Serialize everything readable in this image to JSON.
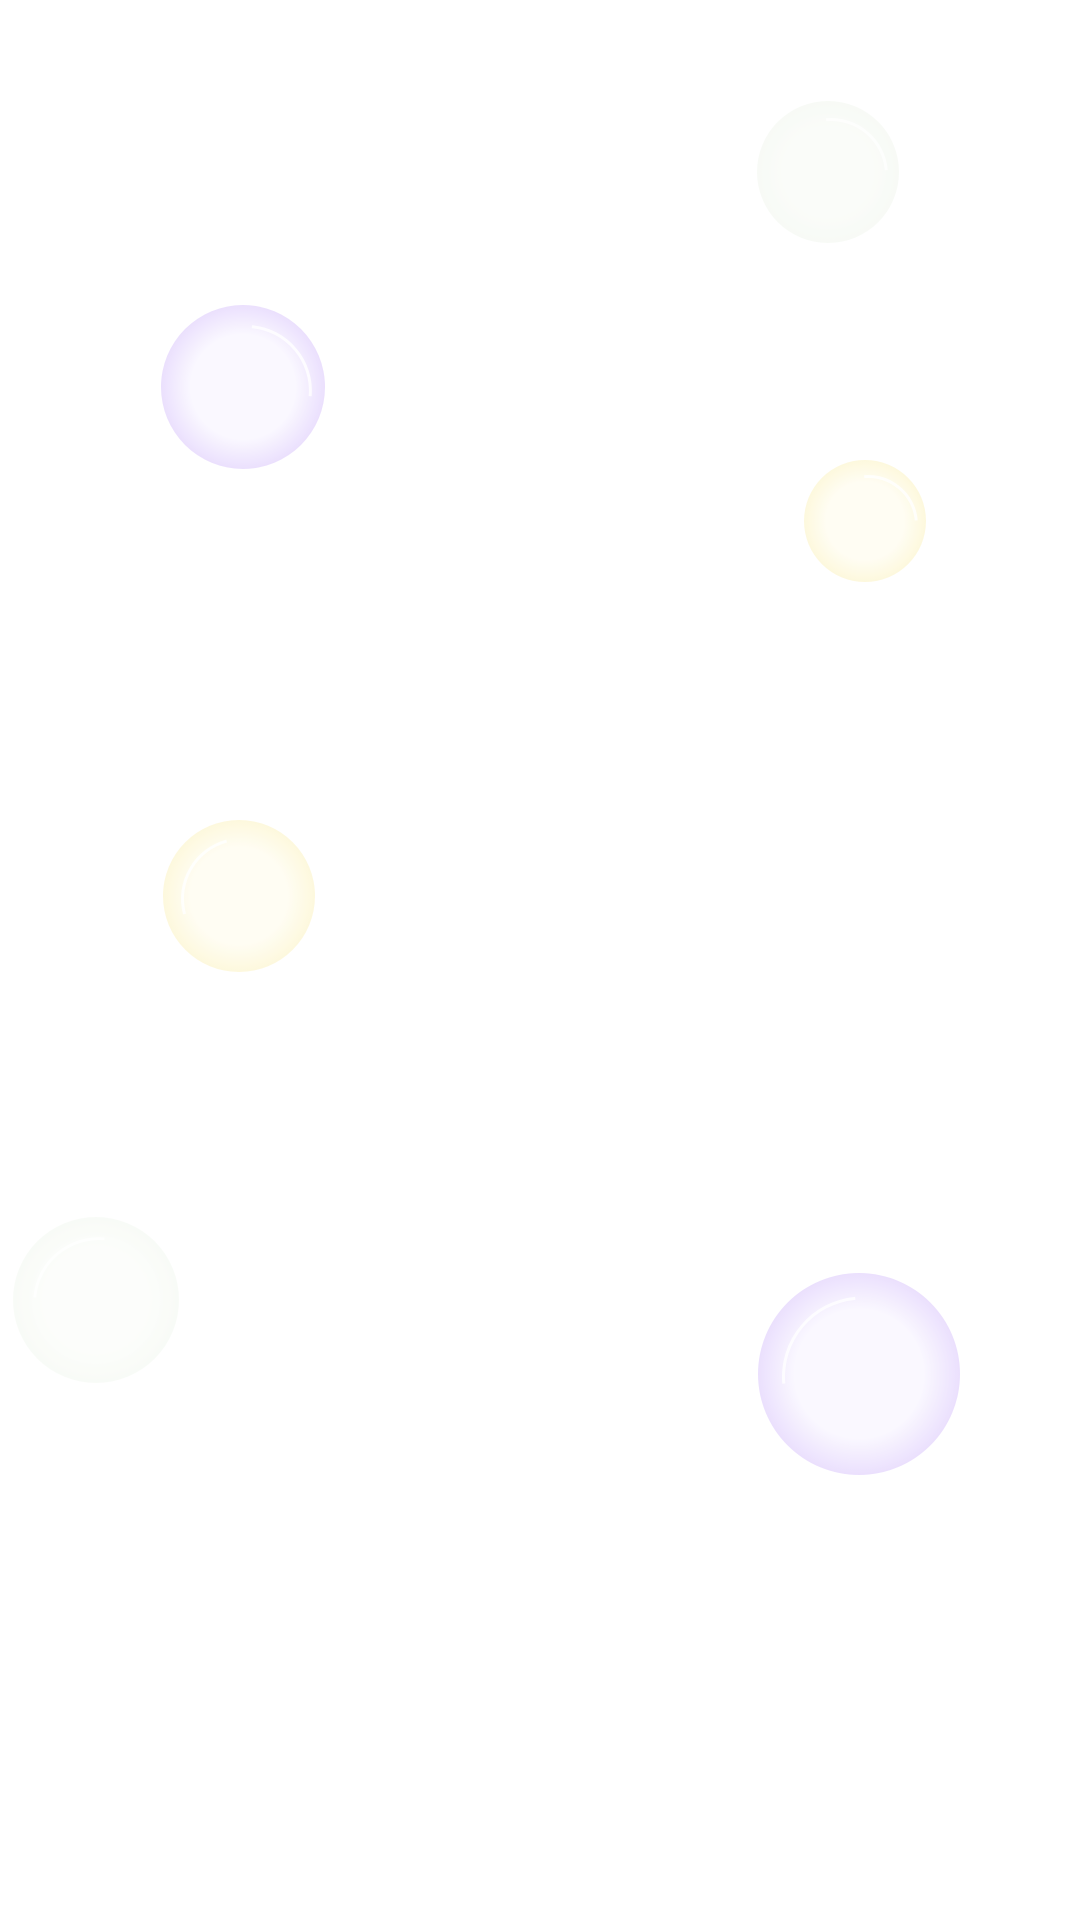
{
  "background": "#ffffff",
  "bubbles": [
    {
      "name": "bubble-green-top-right",
      "color": "#eef5ea",
      "glow": "#f8fbf6",
      "opacity": 0.6
    },
    {
      "name": "bubble-purple-top-left",
      "color": "#d9c4fb",
      "glow": "#faf8ff",
      "opacity": 1
    },
    {
      "name": "bubble-yellow-right",
      "color": "#fbf3c4",
      "glow": "#fffdf3",
      "opacity": 1
    },
    {
      "name": "bubble-yellow-left",
      "color": "#fbf3c4",
      "glow": "#fffdf3",
      "opacity": 1
    },
    {
      "name": "bubble-green-bottom-left",
      "color": "#eef5ea",
      "glow": "#fbfdf9",
      "opacity": 0.6
    },
    {
      "name": "bubble-purple-bottom-right",
      "color": "#d9c4fb",
      "glow": "#faf8ff",
      "opacity": 1
    }
  ]
}
